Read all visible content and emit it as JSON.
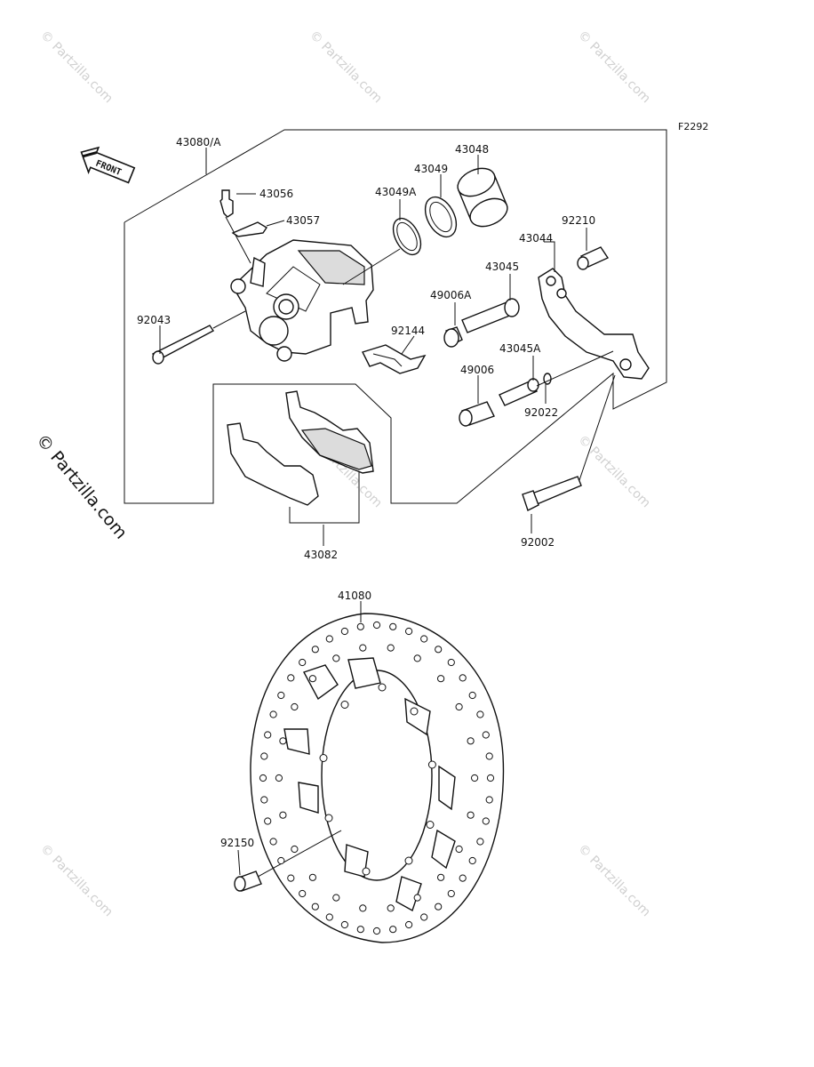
{
  "figure_code": "F2292",
  "direction_label": "FRONT",
  "copyright_side": "© Partzilla.com",
  "watermark": "© Partzilla.com",
  "parts": {
    "caliper_assy": "43080/A",
    "bleeder": "43056",
    "cap": "43057",
    "pin_92043": "92043",
    "seal_a": "43049A",
    "seal": "43049",
    "piston": "43048",
    "spring": "92144",
    "boot_a": "49006A",
    "pin_43045": "43045",
    "bracket": "43044",
    "collar": "92210",
    "pin_43045a": "43045A",
    "boot": "49006",
    "clip": "92022",
    "bolt_92002": "92002",
    "pads": "43082",
    "disc": "41080",
    "bolt_92150": "92150"
  }
}
